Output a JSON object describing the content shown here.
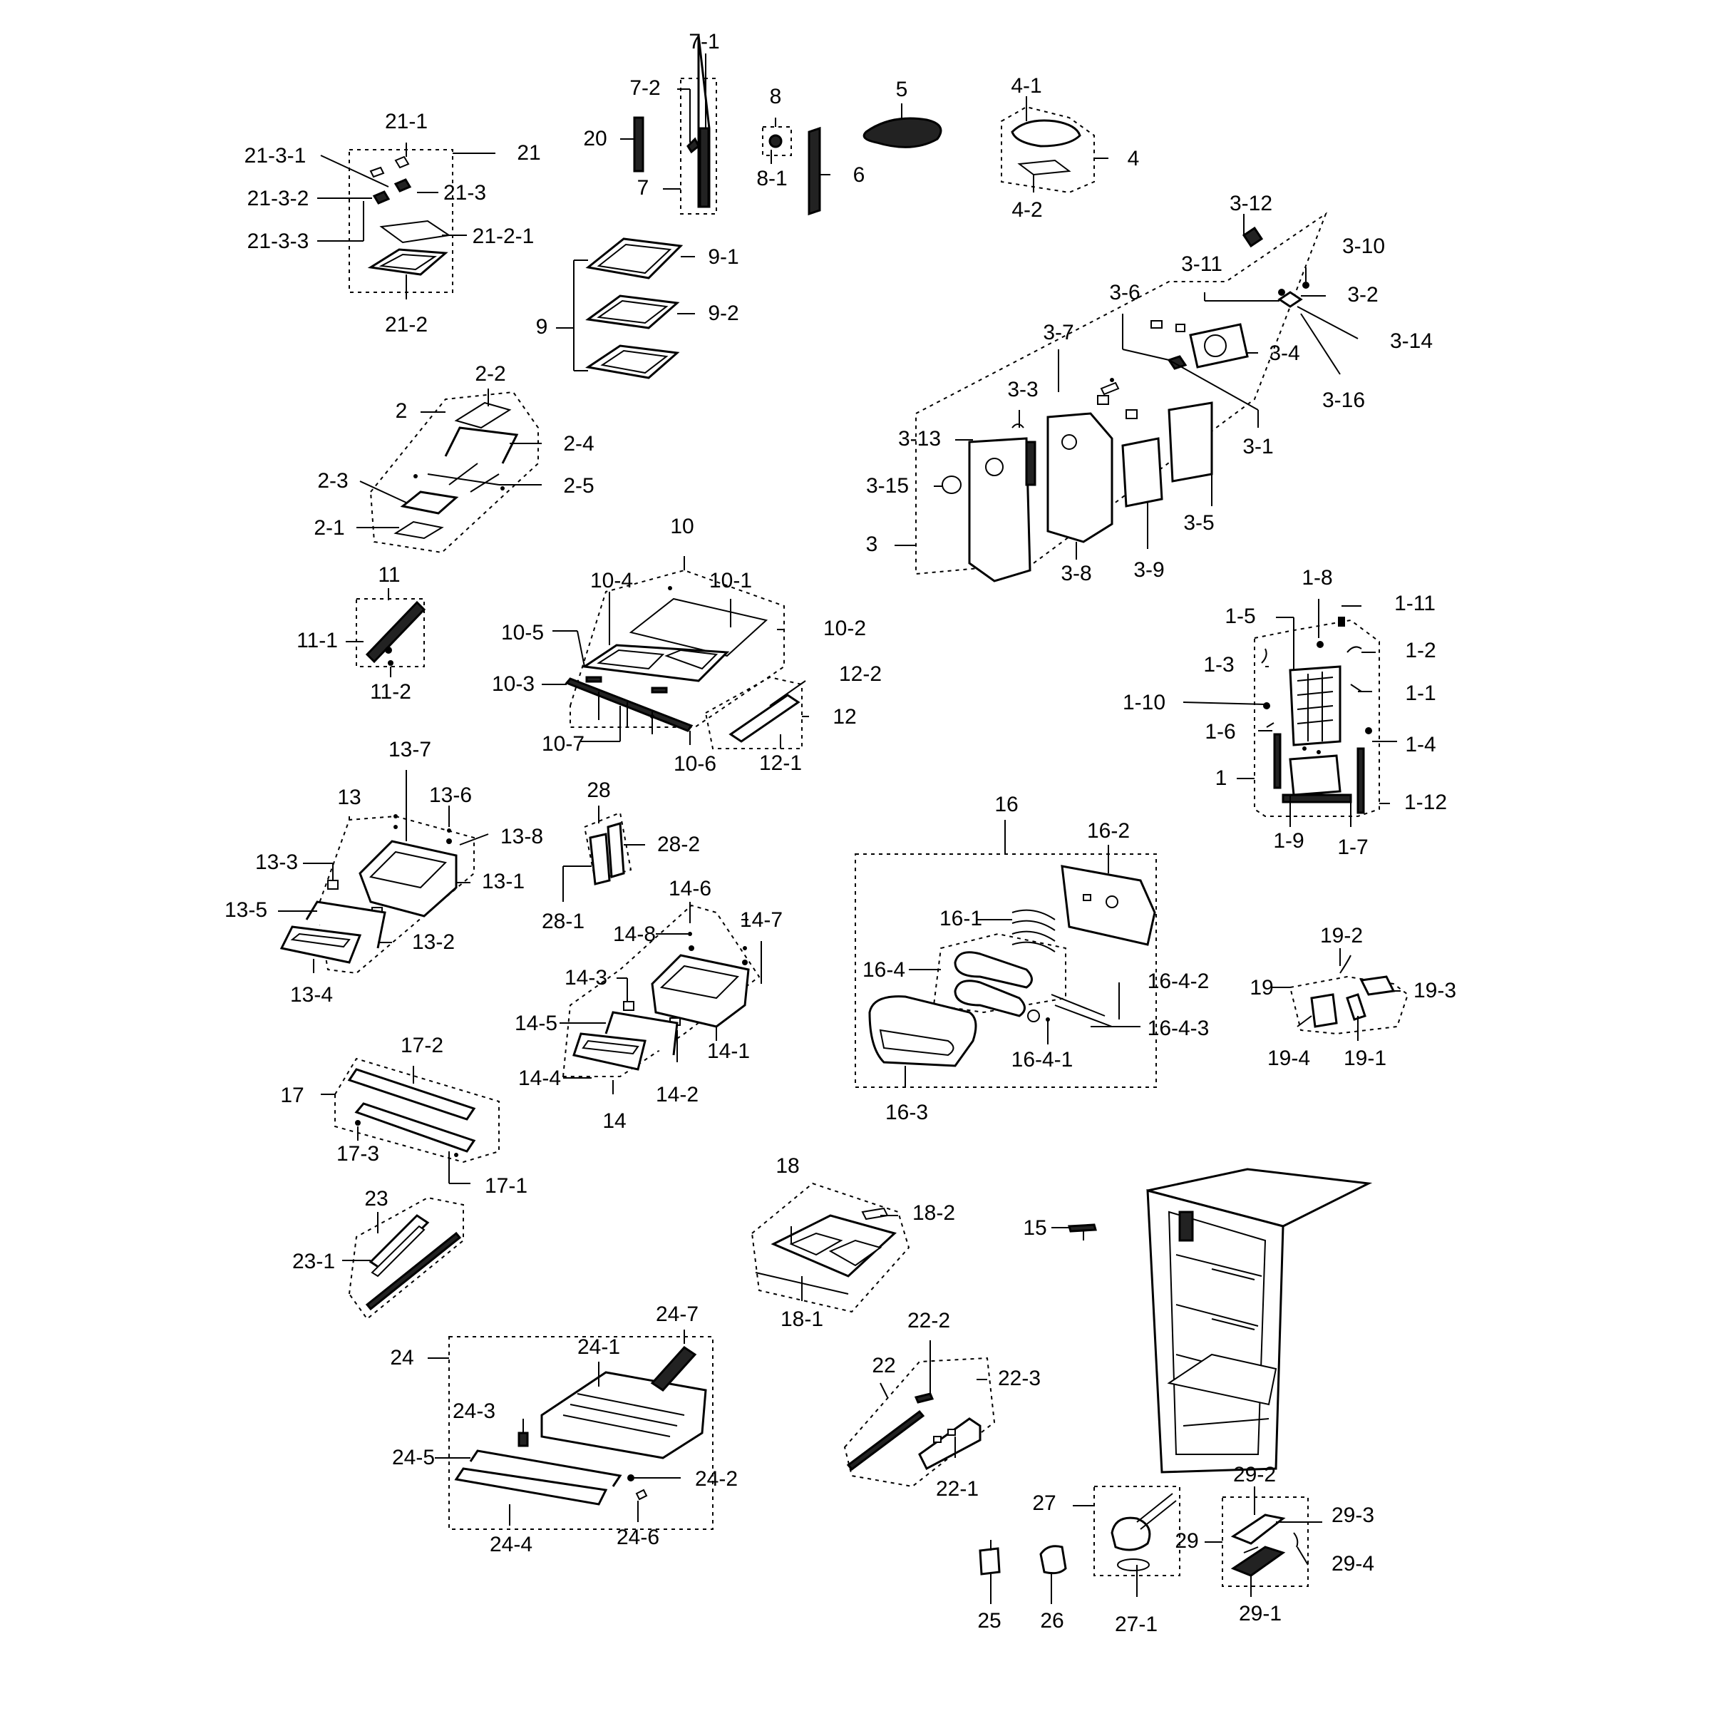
{
  "labels": [
    {
      "id": "7-1",
      "t": "7-1"
    },
    {
      "id": "7-2",
      "t": "7-2"
    },
    {
      "id": "20",
      "t": "20"
    },
    {
      "id": "7",
      "t": "7"
    },
    {
      "id": "8",
      "t": "8"
    },
    {
      "id": "8-1",
      "t": "8-1"
    },
    {
      "id": "6",
      "t": "6"
    },
    {
      "id": "5",
      "t": "5"
    },
    {
      "id": "4-1",
      "t": "4-1"
    },
    {
      "id": "4",
      "t": "4"
    },
    {
      "id": "4-2",
      "t": "4-2"
    },
    {
      "id": "21-1",
      "t": "21-1"
    },
    {
      "id": "21",
      "t": "21"
    },
    {
      "id": "21-3-1",
      "t": "21-3-1"
    },
    {
      "id": "21-3-2",
      "t": "21-3-2"
    },
    {
      "id": "21-3",
      "t": "21-3"
    },
    {
      "id": "21-3-3",
      "t": "21-3-3"
    },
    {
      "id": "21-2-1",
      "t": "21-2-1"
    },
    {
      "id": "21-2",
      "t": "21-2"
    },
    {
      "id": "9-1",
      "t": "9-1"
    },
    {
      "id": "9-2",
      "t": "9-2"
    },
    {
      "id": "9",
      "t": "9"
    },
    {
      "id": "3-12",
      "t": "3-12"
    },
    {
      "id": "3-10",
      "t": "3-10"
    },
    {
      "id": "3-11",
      "t": "3-11"
    },
    {
      "id": "3-2",
      "t": "3-2"
    },
    {
      "id": "3-6",
      "t": "3-6"
    },
    {
      "id": "3-14",
      "t": "3-14"
    },
    {
      "id": "3-7",
      "t": "3-7"
    },
    {
      "id": "3-4",
      "t": "3-4"
    },
    {
      "id": "3-16",
      "t": "3-16"
    },
    {
      "id": "3-3",
      "t": "3-3"
    },
    {
      "id": "3-13",
      "t": "3-13"
    },
    {
      "id": "3-1",
      "t": "3-1"
    },
    {
      "id": "3-15",
      "t": "3-15"
    },
    {
      "id": "3-5",
      "t": "3-5"
    },
    {
      "id": "3",
      "t": "3"
    },
    {
      "id": "3-8",
      "t": "3-8"
    },
    {
      "id": "3-9",
      "t": "3-9"
    },
    {
      "id": "2-2",
      "t": "2-2"
    },
    {
      "id": "2",
      "t": "2"
    },
    {
      "id": "2-4",
      "t": "2-4"
    },
    {
      "id": "2-3",
      "t": "2-3"
    },
    {
      "id": "2-5",
      "t": "2-5"
    },
    {
      "id": "2-1",
      "t": "2-1"
    },
    {
      "id": "10",
      "t": "10"
    },
    {
      "id": "10-4",
      "t": "10-4"
    },
    {
      "id": "10-1",
      "t": "10-1"
    },
    {
      "id": "11",
      "t": "11"
    },
    {
      "id": "10-5",
      "t": "10-5"
    },
    {
      "id": "10-2",
      "t": "10-2"
    },
    {
      "id": "11-1",
      "t": "11-1"
    },
    {
      "id": "10-3",
      "t": "10-3"
    },
    {
      "id": "12-2",
      "t": "12-2"
    },
    {
      "id": "11-2",
      "t": "11-2"
    },
    {
      "id": "12",
      "t": "12"
    },
    {
      "id": "10-7",
      "t": "10-7"
    },
    {
      "id": "10-6",
      "t": "10-6"
    },
    {
      "id": "12-1",
      "t": "12-1"
    },
    {
      "id": "1-8",
      "t": "1-8"
    },
    {
      "id": "1-11",
      "t": "1-11"
    },
    {
      "id": "1-5",
      "t": "1-5"
    },
    {
      "id": "1-2",
      "t": "1-2"
    },
    {
      "id": "1-3",
      "t": "1-3"
    },
    {
      "id": "1-1",
      "t": "1-1"
    },
    {
      "id": "1-10",
      "t": "1-10"
    },
    {
      "id": "1-6",
      "t": "1-6"
    },
    {
      "id": "1-4",
      "t": "1-4"
    },
    {
      "id": "1",
      "t": "1"
    },
    {
      "id": "1-12",
      "t": "1-12"
    },
    {
      "id": "1-9",
      "t": "1-9"
    },
    {
      "id": "1-7",
      "t": "1-7"
    },
    {
      "id": "13-7",
      "t": "13-7"
    },
    {
      "id": "13",
      "t": "13"
    },
    {
      "id": "13-6",
      "t": "13-6"
    },
    {
      "id": "28",
      "t": "28"
    },
    {
      "id": "13-8",
      "t": "13-8"
    },
    {
      "id": "13-3",
      "t": "13-3"
    },
    {
      "id": "28-2",
      "t": "28-2"
    },
    {
      "id": "13-1",
      "t": "13-1"
    },
    {
      "id": "13-5",
      "t": "13-5"
    },
    {
      "id": "13-2",
      "t": "13-2"
    },
    {
      "id": "28-1",
      "t": "28-1"
    },
    {
      "id": "13-4",
      "t": "13-4"
    },
    {
      "id": "16",
      "t": "16"
    },
    {
      "id": "16-2",
      "t": "16-2"
    },
    {
      "id": "14-6",
      "t": "14-6"
    },
    {
      "id": "14-7",
      "t": "14-7"
    },
    {
      "id": "16-1",
      "t": "16-1"
    },
    {
      "id": "14-8",
      "t": "14-8"
    },
    {
      "id": "19-2",
      "t": "19-2"
    },
    {
      "id": "16-4",
      "t": "16-4"
    },
    {
      "id": "14-3",
      "t": "14-3"
    },
    {
      "id": "16-4-2",
      "t": "16-4-2"
    },
    {
      "id": "19",
      "t": "19"
    },
    {
      "id": "19-3",
      "t": "19-3"
    },
    {
      "id": "14-5",
      "t": "14-5"
    },
    {
      "id": "16-4-3",
      "t": "16-4-3"
    },
    {
      "id": "14-1",
      "t": "14-1"
    },
    {
      "id": "16-4-1",
      "t": "16-4-1"
    },
    {
      "id": "19-4",
      "t": "19-4"
    },
    {
      "id": "19-1",
      "t": "19-1"
    },
    {
      "id": "14-4",
      "t": "14-4"
    },
    {
      "id": "14-2",
      "t": "14-2"
    },
    {
      "id": "16-3",
      "t": "16-3"
    },
    {
      "id": "14",
      "t": "14"
    },
    {
      "id": "17-2",
      "t": "17-2"
    },
    {
      "id": "17",
      "t": "17"
    },
    {
      "id": "17-3",
      "t": "17-3"
    },
    {
      "id": "17-1",
      "t": "17-1"
    },
    {
      "id": "18",
      "t": "18"
    },
    {
      "id": "23",
      "t": "23"
    },
    {
      "id": "18-2",
      "t": "18-2"
    },
    {
      "id": "15",
      "t": "15"
    },
    {
      "id": "23-1",
      "t": "23-1"
    },
    {
      "id": "18-1",
      "t": "18-1"
    },
    {
      "id": "24-7",
      "t": "24-7"
    },
    {
      "id": "22-2",
      "t": "22-2"
    },
    {
      "id": "24",
      "t": "24"
    },
    {
      "id": "24-1",
      "t": "24-1"
    },
    {
      "id": "22",
      "t": "22"
    },
    {
      "id": "22-3",
      "t": "22-3"
    },
    {
      "id": "24-3",
      "t": "24-3"
    },
    {
      "id": "24-5",
      "t": "24-5"
    },
    {
      "id": "22-1",
      "t": "22-1"
    },
    {
      "id": "24-2",
      "t": "24-2"
    },
    {
      "id": "29-2",
      "t": "29-2"
    },
    {
      "id": "27",
      "t": "27"
    },
    {
      "id": "29-3",
      "t": "29-3"
    },
    {
      "id": "29",
      "t": "29"
    },
    {
      "id": "24-4",
      "t": "24-4"
    },
    {
      "id": "24-6",
      "t": "24-6"
    },
    {
      "id": "29-4",
      "t": "29-4"
    },
    {
      "id": "25",
      "t": "25"
    },
    {
      "id": "26",
      "t": "26"
    },
    {
      "id": "27-1",
      "t": "27-1"
    },
    {
      "id": "29-1",
      "t": "29-1"
    }
  ]
}
